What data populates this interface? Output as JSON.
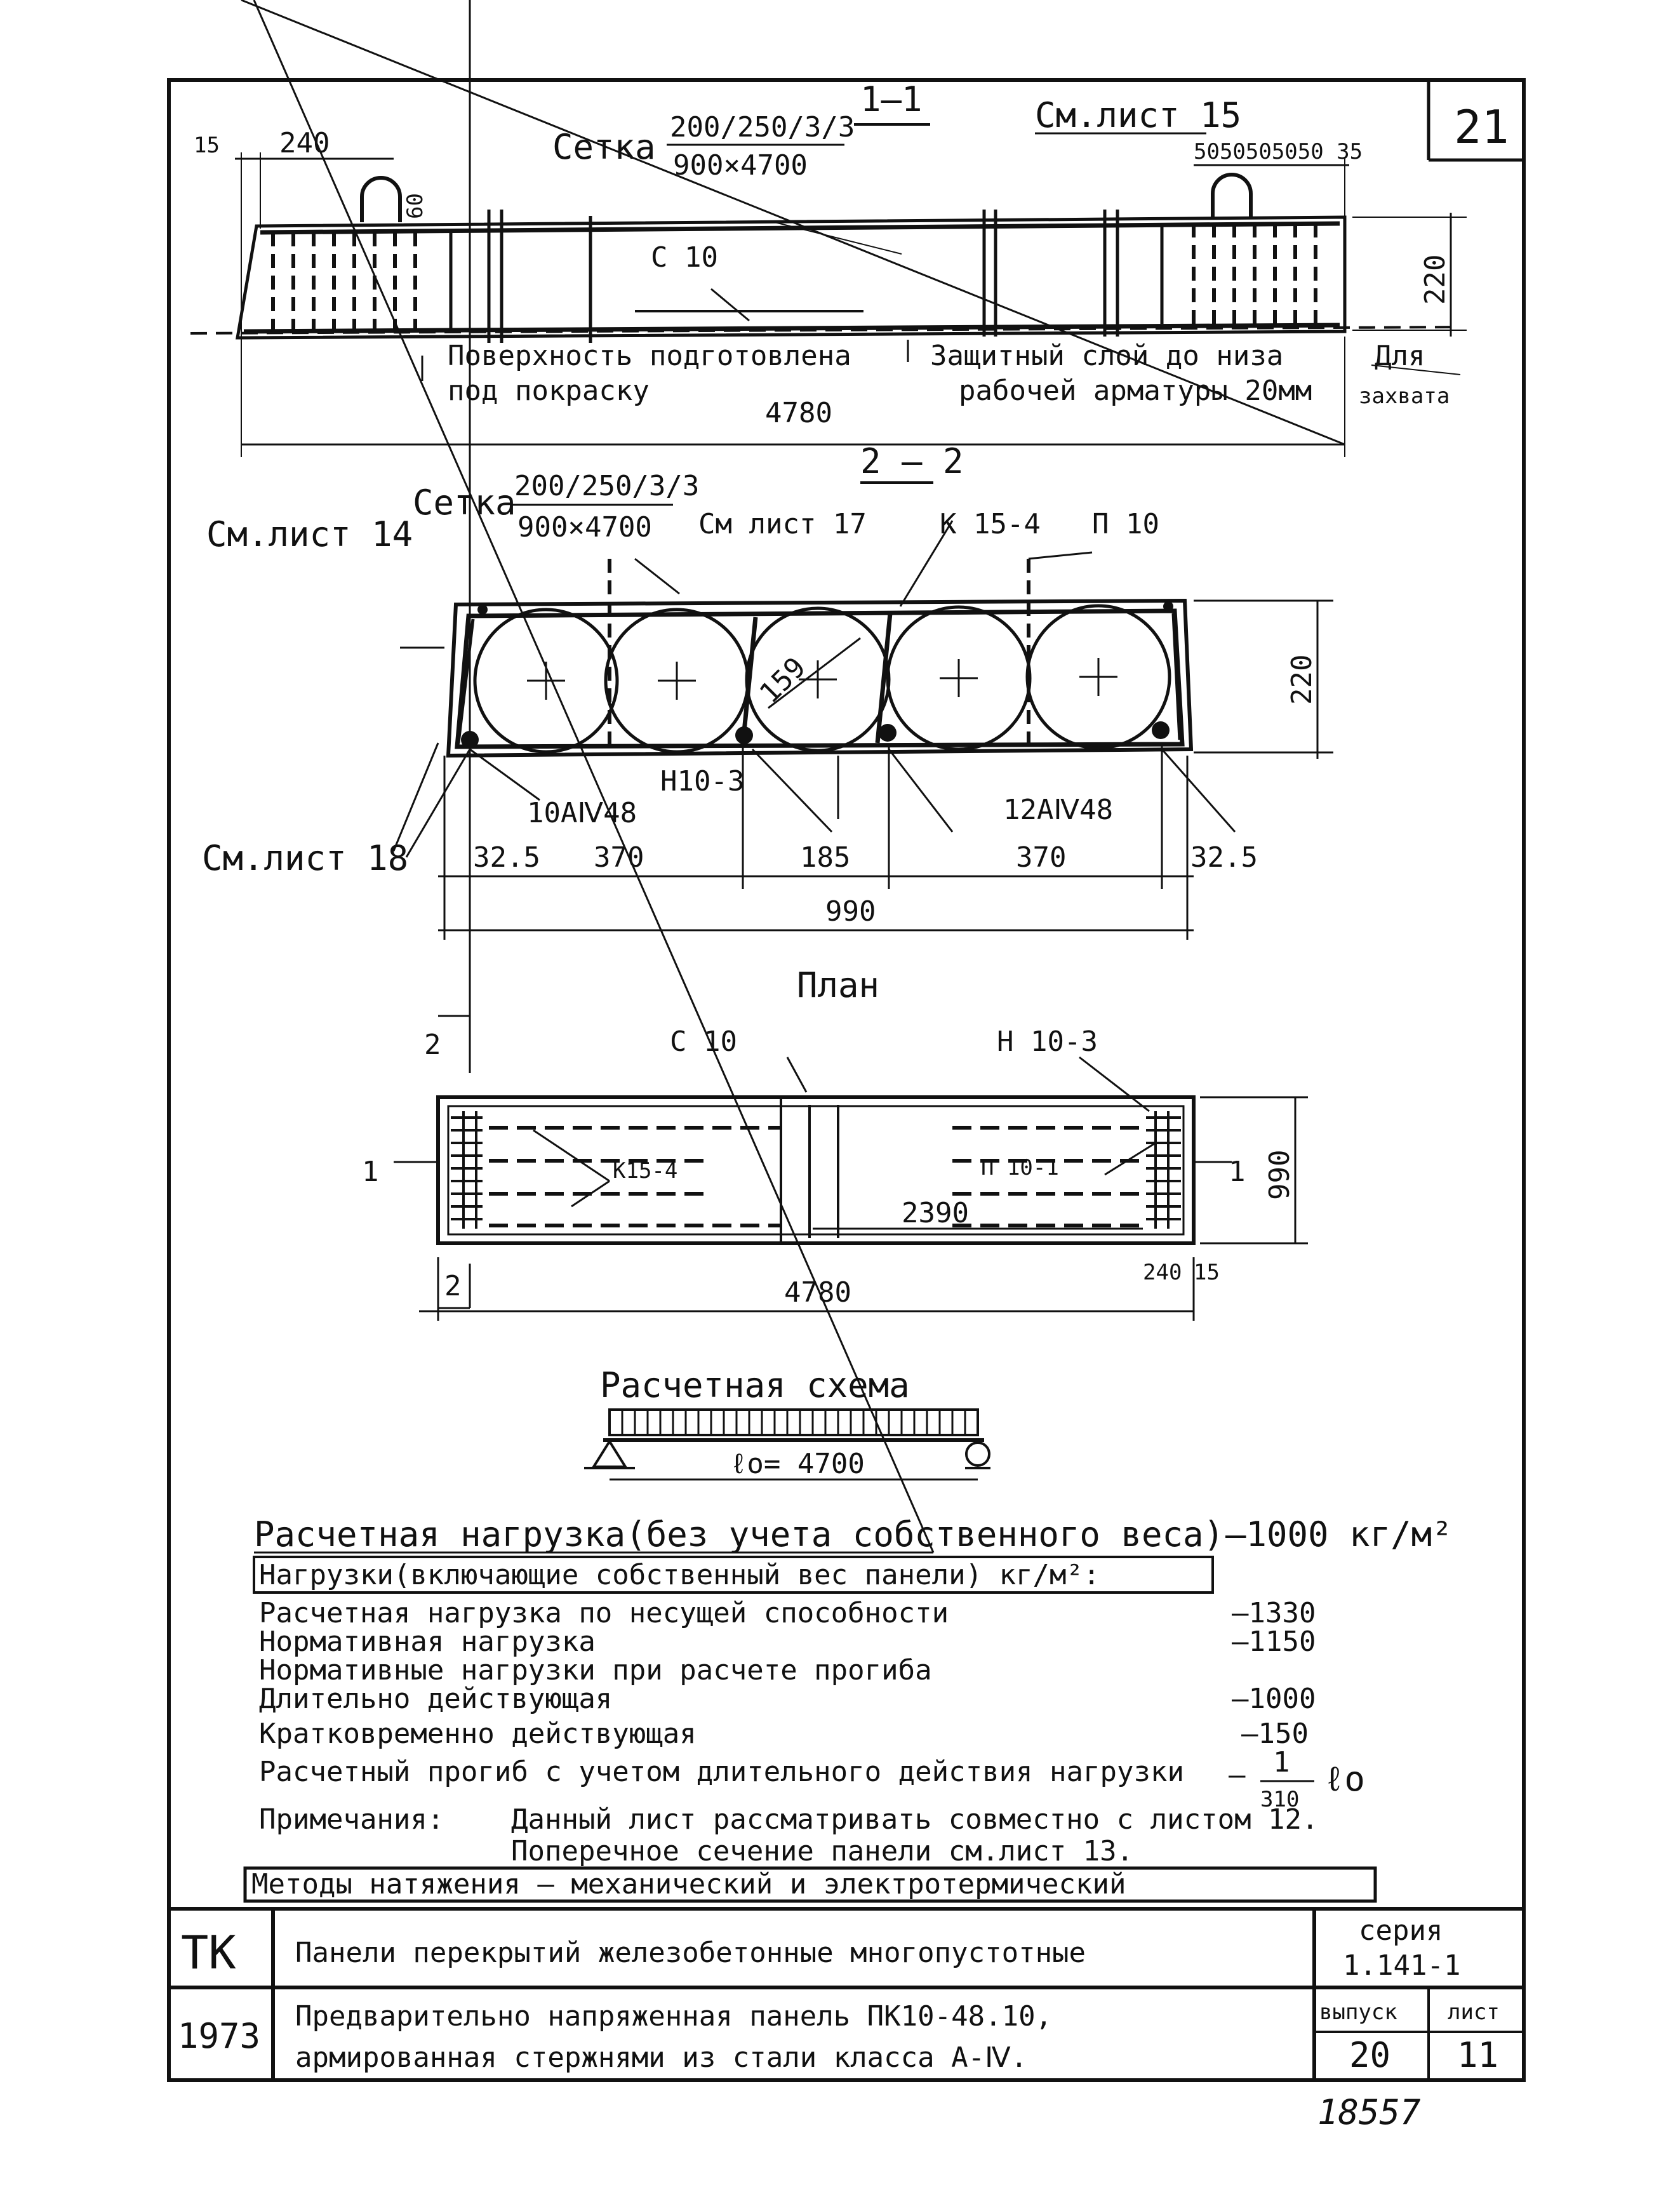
{
  "sheet_corner_number": "21",
  "section_1_1": {
    "title": "1—1",
    "mesh_label": "Сетка",
    "mesh_top": "200/250/3/3",
    "mesh_bottom": "900×4700",
    "see_sheet_15": "См.лист 15",
    "dim_15": "15",
    "dim_240": "240",
    "dim_60": "60",
    "dim_right_series": "5050505050 35",
    "dim_220": "220",
    "c10": "С 10",
    "surface_note_1": "Поверхность подготовлена",
    "surface_note_2": "под покраску",
    "cover_note_1": "Защитный слой до низа",
    "cover_note_2": "рабочей арматуры 20мм",
    "grip_note_1": "Для",
    "grip_note_2": "захвата",
    "dim_4780": "4780"
  },
  "section_2_2": {
    "title": "2 — 2",
    "mesh_label": "Сетка",
    "mesh_top": "200/250/3/3",
    "mesh_bottom": "900×4700",
    "see_sheet_14": "См.лист 14",
    "see_sheet_17": "См лист 17",
    "k15_4": "К 15-4",
    "p10": "П 10",
    "dim_220": "220",
    "dim_159": "159",
    "n10_3": "Н10-3",
    "bar_10aiv": "10АⅣ48",
    "bar_12aiv": "12АⅣ48",
    "see_sheet_18": "См.лист 18",
    "dim_32_5_left": "32.5",
    "dim_370_left": "370",
    "dim_185": "185",
    "dim_370_right": "370",
    "dim_32_5_right": "32.5",
    "dim_990": "990"
  },
  "plan": {
    "title": "План",
    "cut_2": "2",
    "cut_1": "1",
    "c10": "С 10",
    "n10_3": "Н 10-3",
    "k15_4": "К15-4",
    "p10_1": "П 10-1",
    "dim_2390": "2390",
    "dim_990": "990",
    "dim_240": "240",
    "dim_15": "15",
    "dim_4780": "4780"
  },
  "scheme": {
    "title": "Расчетная схема",
    "span": "ℓo= 4700"
  },
  "loads": {
    "design_load_label": "Расчетная нагрузка(без учета собственного веса)",
    "design_load_value": "—1000 кг/м²",
    "loads_header": "Нагрузки(включающие собственный вес панели) кг/м²:",
    "rows": [
      {
        "label": "Расчетная нагрузка по несущей способности",
        "value": "—1330"
      },
      {
        "label": "Нормативная нагрузка",
        "value": "—1150"
      },
      {
        "label": "Нормативные нагрузки при расчете прогиба",
        "value": ""
      },
      {
        "label": "Длительно действующая",
        "value": "—1000"
      },
      {
        "label": "Кратковременно действующая",
        "value": "—150"
      }
    ],
    "deflection_label": "Расчетный прогиб с учетом длительного действия нагрузки",
    "deflection_dash": "—",
    "deflection_num": "1",
    "deflection_den": "310",
    "deflection_unit": "ℓo",
    "notes_label": "Примечания:",
    "note_1": "Данный лист рассматривать совместно с листом 12.",
    "note_2": "Поперечное сечение панели см.лист 13.",
    "methods": "Методы натяжения — механический и электротермический"
  },
  "title_block": {
    "tk": "ТК",
    "year": "1973",
    "title_1": "Панели перекрытий железобетонные многопустотные",
    "title_2": "Предварительно напряженная панель ПК10-48.10,",
    "title_3": "армированная стержнями из стали класса А-Ⅳ.",
    "series_label": "серия",
    "series_value": "1.141-1",
    "issue_label": "выпуск",
    "issue_value": "20",
    "sheet_label": "лист",
    "sheet_value": "11"
  },
  "inventory_number": "18557"
}
